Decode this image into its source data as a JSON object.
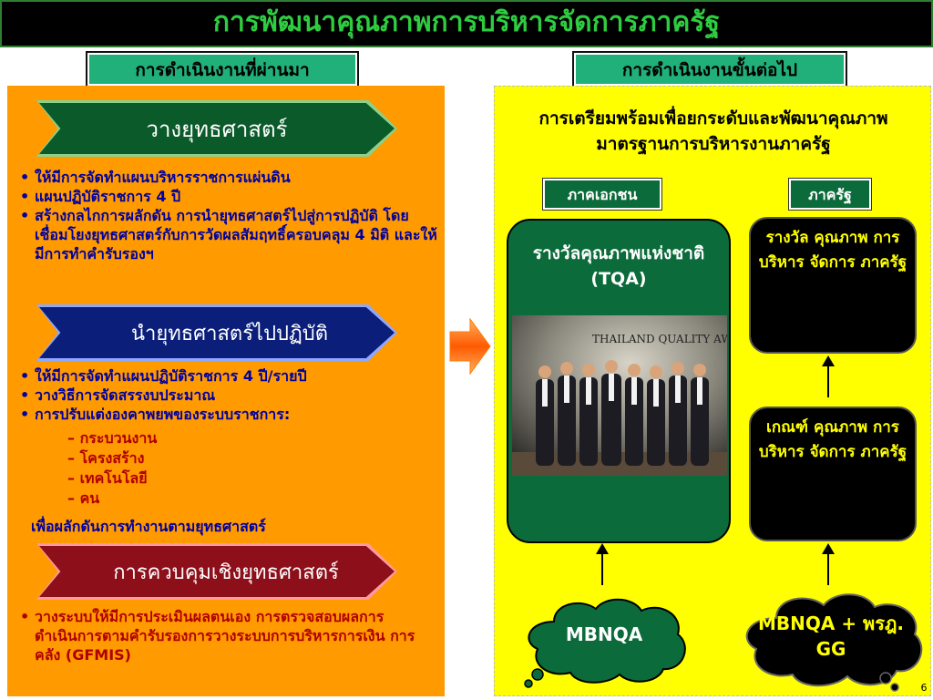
{
  "slide": {
    "title": "การพัฒนาคุณภาพการบริหารจัดการภาครัฐ",
    "left_header": "การดำเนินงานที่ผ่านมา",
    "right_header": "การดำเนินงานขั้นต่อไป",
    "page_number": "6"
  },
  "left": {
    "banner1": "วางยุทธศาสตร์",
    "list1": [
      "ให้มีการจัดทำแผนบริหารราชการแผ่นดิน",
      "แผนปฏิบัติราชการ 4 ปี",
      "สร้างกลไกการผลักดัน การนำยุทธศาสตร์ไปสู่การปฏิบัติ โดยเชื่อมโยงยุทธศาสตร์กับการวัดผลสัมฤทธิ์ครอบคลุม 4 มิติ และให้มีการทำคำรับรองฯ"
    ],
    "banner2": "นำยุทธศาสตร์ไปปฏิบัติ",
    "list2": [
      "ให้มีการจัดทำแผนปฏิบัติราชการ 4 ปี/รายปี",
      "วางวิธีการจัดสรรงบประมาณ",
      "การปรับแต่งองคาพยพของระบบราชการ:"
    ],
    "sublist2": [
      "– กระบวนงาน",
      "– โครงสร้าง",
      "– เทคโนโลยี",
      "– คน"
    ],
    "closing2": "เพื่อผลักดันการทำงานตามยุทธศาสตร์",
    "banner3": "การควบคุมเชิงยุทธศาสตร์",
    "list3": [
      "วางระบบให้มีการประเมินผลตนเอง การตรวจสอบผลการดำเนินการตามคำรับรองการวางระบบการบริหารการเงิน การคลัง (GFMIS)"
    ]
  },
  "right": {
    "heading": "การเตรียมพร้อมเพื่อยกระดับและพัฒนาคุณภาพมาตรฐานการบริหารงานภาครัฐ",
    "private_label": "ภาคเอกชน",
    "public_label": "ภาครัฐ",
    "tqa_title": "รางวัลคุณภาพแห่งชาติ (TQA)",
    "photo_caption": "THAILAND QUALITY AWARD",
    "award_box": "รางวัล คุณภาพ การบริหาร จัดการ ภาครัฐ",
    "criteria_box": "เกณฑ์ คุณภาพ การบริหาร จัดการ ภาครัฐ",
    "cloud_left": "MBNQA",
    "cloud_right": "MBNQA + พรฎ. GG"
  },
  "colors": {
    "title_green": "#2ecc40",
    "left_panel": "#ff9a00",
    "right_panel": "#ffff00",
    "banner_green": "#0b5a2a",
    "banner_navy": "#0a1e7a",
    "banner_maroon": "#8c0f1a",
    "tag_green": "#21b07a"
  }
}
